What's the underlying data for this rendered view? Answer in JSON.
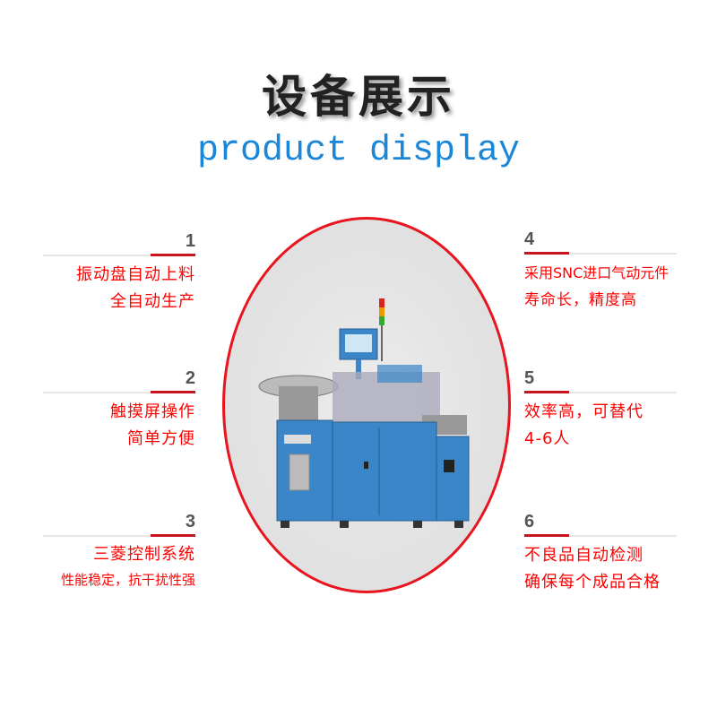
{
  "header": {
    "title": "设备展示",
    "subtitle": "product display"
  },
  "features": [
    {
      "number": "1",
      "lines": [
        "振动盘自动上料",
        "全自动生产"
      ]
    },
    {
      "number": "2",
      "lines": [
        "触摸屏操作",
        "简单方便"
      ]
    },
    {
      "number": "3",
      "lines": [
        "三菱控制系统",
        "性能稳定，抗干扰性强"
      ]
    },
    {
      "number": "4",
      "lines": [
        "采用SNC进口气动元件",
        "寿命长，精度高"
      ]
    },
    {
      "number": "5",
      "lines": [
        "效率高，可替代",
        "4-6人"
      ]
    },
    {
      "number": "6",
      "lines": [
        "不良品自动检测",
        "确保每个成品合格"
      ]
    }
  ],
  "colors": {
    "accent": "#e8141e",
    "machine": "#3b86c8",
    "subtitle": "#1a86d8"
  }
}
